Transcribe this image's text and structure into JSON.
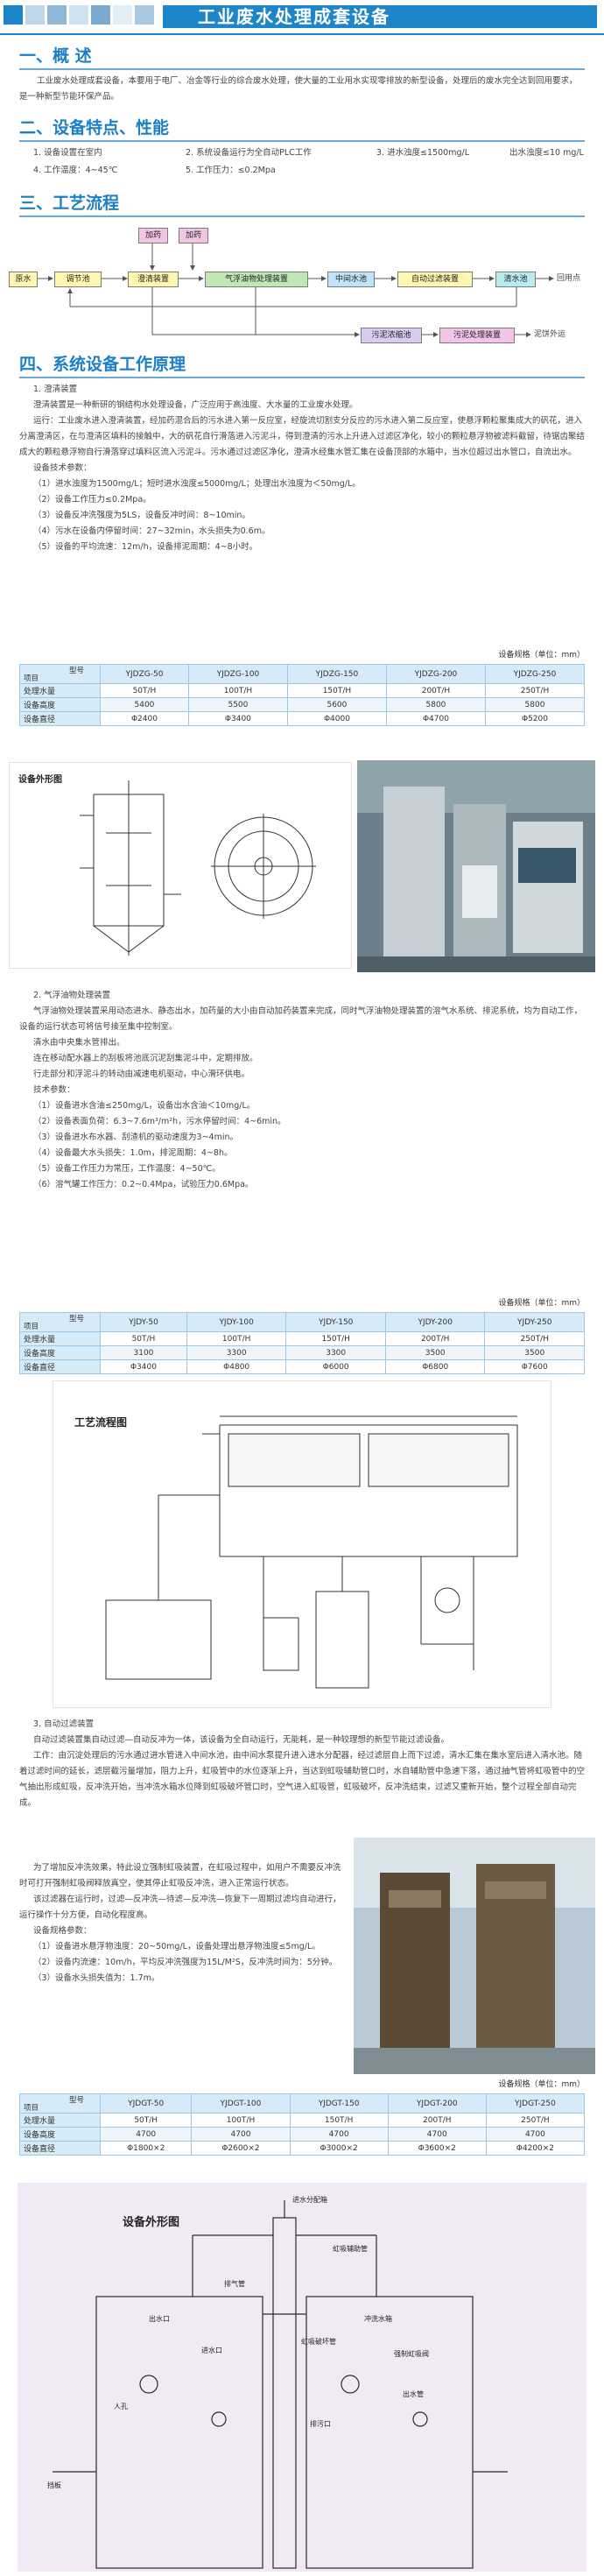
{
  "header": {
    "title": "工业废水处理成套设备",
    "block_colors": [
      "#1d86c8",
      "#bcd6ea",
      "#8fb8d8",
      "#cfe2f0",
      "#7aa9cf",
      "#e3eef6",
      "#a9c8e2",
      "#d9e7f2"
    ]
  },
  "colors": {
    "accent": "#1d7fc4",
    "bar": "#1d86c8",
    "table_head": "#d6eaf7",
    "table_line": "#9cc7e6"
  },
  "overview": {
    "title": "一、概 述",
    "text": "工业废水处理成套设备，本要用于电厂、冶金等行业的综合废水处理，使大量的工业用水实现零排放的新型设备，处理后的废水完全达到回用要求，是一种新型节能环保产品。"
  },
  "features": {
    "title": "二、设备特点、性能",
    "items": [
      "1. 设备设置在室内",
      "2. 系统设备运行为全自动PLC工作",
      "3. 进水浊度≤1500mg/L",
      "出水浊度≤10 mg/L",
      "4. 工作温度：4~45℃",
      "5. 工作压力：≤0.2Mpa"
    ]
  },
  "process": {
    "title": "三、工艺流程",
    "boxes": {
      "dosing_a": "加药",
      "dosing_b": "加药",
      "raw": "原水",
      "adjust": "调节池",
      "clarifier": "澄清装置",
      "float": "气浮油物处理装置",
      "mid": "中间水池",
      "filter": "自动过滤装置",
      "clean": "清水池",
      "sludge_pool": "污泥浓缩池",
      "sludge_dev": "污泥处理装置"
    },
    "labels": {
      "reuse": "回用点",
      "cake": "泥饼外运"
    }
  },
  "principle": {
    "title": "四、系统设备工作原理",
    "clarifier": {
      "heading": "1. 澄清装置",
      "paragraphs": [
        "澄清装置是一种新研的钢结构水处理设备，广泛应用于高浊度、大水量的工业废水处理。",
        "运行：工业废水进入澄清装置，经加药混合后的污水进入第一反应室，经旋流切割支分反应的污水进入第二反应室，使悬浮颗粒聚集成大的矾花，进入分离澄清区，在与澄清区填料的接触中，大的矾花自行滑落进入污泥斗，得到澄清的污水上升进入过滤区净化，较小的颗粒悬浮物被滤料截留，待锯齿聚结成大的颗粒悬浮物自行滑落穿过填料区流入污泥斗。污水通过过滤区净化，澄清水经集水管汇集在设备顶部的水箱中，当水位超过出水管口，自流出水。",
        "设备技术参数："
      ],
      "params": [
        "（1）进水浊度为1500mg/L；短时进水浊度≤5000mg/L；处理出水浊度为＜50mg/L。",
        "（2）设备工作压力≤0.2Mpa。",
        "（3）设备反冲洗强度为5LS，设备反冲时间：8~10min。",
        "（4）污水在设备内停留时间：27~32min，水头损失为0.6m。",
        "（5）设备的平均流速：12m/h，设备排泥周期：4~8小时。"
      ],
      "unit": "设备规格（单位：mm）",
      "table": {
        "corner_top": "型号",
        "corner_bottom": "项目",
        "columns": [
          "YJDZG-50",
          "YJDZG-100",
          "YJDZG-150",
          "YJDZG-200",
          "YJDZG-250"
        ],
        "rows": [
          {
            "label": "处理水量",
            "values": [
              "50T/H",
              "100T/H",
              "150T/H",
              "200T/H",
              "250T/H"
            ]
          },
          {
            "label": "设备高度",
            "values": [
              "5400",
              "5500",
              "5600",
              "5800",
              "5800"
            ]
          },
          {
            "label": "设备直径",
            "values": [
              "Φ2400",
              "Φ3400",
              "Φ4000",
              "Φ4700",
              "Φ5200"
            ]
          }
        ]
      },
      "drawing_title": "设备外形图"
    },
    "float": {
      "heading": "2. 气浮油物处理装置",
      "paragraphs": [
        "气浮油物处理装置采用动态进水、静态出水，加药量的大小由自动加药装置来完成，同时气浮油物处理装置的溶气水系统、排泥系统，均为自动工作，设备的运行状态可将信号接至集中控制室。",
        "清水由中央集水管排出。",
        "连在移动配水器上的刮板将池底沉泥刮集泥斗中，定期排放。",
        "行走部分和浮泥斗的转动由减速电机驱动，中心滑环供电。",
        "技术参数："
      ],
      "params": [
        "（1）设备进水含油≤250mg/L，设备出水含油＜10mg/L。",
        "（2）设备表面负荷：6.3~7.6m³/m²h，污水停留时间：4~6min。",
        "（3）设备进水布水器、刮渣机的驱动速度为3~4min。",
        "（4）设备最大水头损失：1.0m，排泥周期：4~8h。",
        "（5）设备工作压力为常压，工作温度：4~50℃。",
        "（6）溶气罐工作压力：0.2~0.4Mpa，试验压力0.6Mpa。"
      ],
      "unit": "设备规格（单位：mm）",
      "table": {
        "corner_top": "型号",
        "corner_bottom": "项目",
        "columns": [
          "YJDY-50",
          "YJDY-100",
          "YJDY-150",
          "YJDY-200",
          "YJDY-250"
        ],
        "rows": [
          {
            "label": "处理水量",
            "values": [
              "50T/H",
              "100T/H",
              "150T/H",
              "200T/H",
              "250T/H"
            ]
          },
          {
            "label": "设备高度",
            "values": [
              "3100",
              "3300",
              "3300",
              "3500",
              "3500"
            ]
          },
          {
            "label": "设备直径",
            "values": [
              "Φ3400",
              "Φ4800",
              "Φ6000",
              "Φ6800",
              "Φ7600"
            ]
          }
        ]
      },
      "drawing_title": "工艺流程图"
    },
    "auto_filter": {
      "heading": "3. 自动过滤装置",
      "paragraphs": [
        "自动过滤装置集自动过滤—自动反冲为一体，该设备为全自动运行，无能耗，是一种较理想的新型节能过滤设备。",
        "工作：由沉淀处理后的污水通过进水管进入中间水池，由中间水泵提升进入进水分配器，经过滤层自上而下过滤，清水汇集在集水室后进入清水池。随着过滤时间的延长，滤层截污量增加，阻力上升，虹吸管中的水位逐渐上升，当达到虹吸辅助管口时，水自辅助管中急速下落，通过抽气管将虹吸管中的空气抽出形成虹吸，反冲洗开始，当冲洗水箱水位降到虹吸破坏管口时，空气进入虹吸管，虹吸破坏，反冲洗结束，过滤又重新开始，整个过程全部自动完成。",
        "为了增加反冲洗效果，特此设立强制虹吸装置，在虹吸过程中，如用户不需要反冲洗时可打开强制虹吸阀释放真空，使其停止虹吸反冲洗，进入正常运行状态。",
        "该过滤器在运行时，过滤—反冲洗—待滤—反冲洗—恢复下一周期过滤均自动进行，运行操作十分方便，自动化程度高。",
        "设备规格参数："
      ],
      "params": [
        "（1）设备进水悬浮物浊度：20~50mg/L，设备处理出悬浮物浊度≤5mg/L。",
        "（2）设备内流速：10m/h，平均反冲洗强度为15L/M²S，反冲洗时间为：5分钟。",
        "（3）设备水头损失值为：1.7m。"
      ],
      "unit": "设备规格（单位：mm）",
      "table": {
        "corner_top": "型号",
        "corner_bottom": "项目",
        "columns": [
          "YJDGT-50",
          "YJDGT-100",
          "YJDGT-150",
          "YJDGT-200",
          "YJDGT-250"
        ],
        "rows": [
          {
            "label": "处理水量",
            "values": [
              "50T/H",
              "100T/H",
              "150T/H",
              "200T/H",
              "250T/H"
            ]
          },
          {
            "label": "设备高度",
            "values": [
              "4700",
              "4700",
              "4700",
              "4700",
              "4700"
            ]
          },
          {
            "label": "设备直径",
            "values": [
              "Φ1800×2",
              "Φ2600×2",
              "Φ3000×2",
              "Φ3600×2",
              "Φ4200×2"
            ]
          }
        ]
      },
      "drawing_title": "设备外形图",
      "drawing_labels": [
        "进水分配箱",
        "虹吸辅助管",
        "出水口",
        "排气管",
        "进水口",
        "人孔",
        "虹吸破坏管",
        "排污口",
        "冲洗水箱",
        "强制虹吸阀",
        "出水管",
        "挡板"
      ]
    }
  }
}
